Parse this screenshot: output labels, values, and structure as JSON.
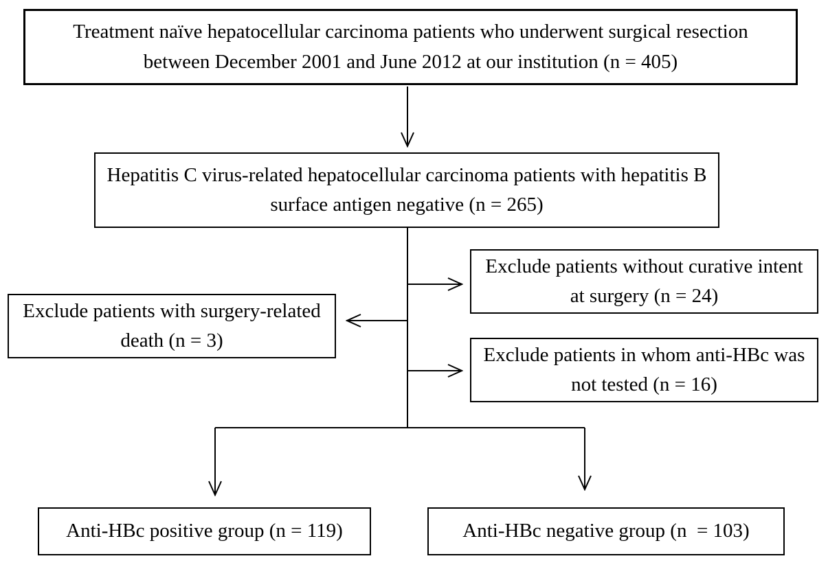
{
  "flowchart": {
    "description": "Patient selection flow diagram",
    "colors": {
      "background": "#ffffff",
      "line": "#000000",
      "text": "#000000"
    },
    "nodes": [
      {
        "id": "source",
        "text": "Treatment naïve hepatocellular carcinoma patients who underwent surgical resection between December 2001 and June 2012 at our institution (n = 405)"
      },
      {
        "id": "eligible",
        "text": "Hepatitis C virus-related hepatocellular carcinoma patients with hepatitis B surface antigen negative (n = 265)"
      },
      {
        "id": "exclude-curative",
        "text": "Exclude patients without curative intent at surgery (n = 24)"
      },
      {
        "id": "exclude-death",
        "text": "Exclude patients with surgery-related death (n = 3)"
      },
      {
        "id": "exclude-not-tested",
        "text": "Exclude patients in whom anti-HBc was not tested (n = 16)"
      },
      {
        "id": "positive-group",
        "text": "Anti-HBc positive group (n = 119)"
      },
      {
        "id": "negative-group",
        "text": "Anti-HBc negative group (n  = 103)"
      }
    ],
    "edges": [
      {
        "from": "source",
        "to": "eligible",
        "type": "arrow-down"
      },
      {
        "from": "eligible",
        "to": "exclude-curative",
        "type": "arrow-right"
      },
      {
        "from": "eligible",
        "to": "exclude-death",
        "type": "arrow-left"
      },
      {
        "from": "eligible",
        "to": "exclude-not-tested",
        "type": "arrow-right"
      },
      {
        "from": "eligible",
        "to": "positive-group",
        "type": "arrow-down"
      },
      {
        "from": "eligible",
        "to": "negative-group",
        "type": "arrow-down"
      }
    ]
  }
}
